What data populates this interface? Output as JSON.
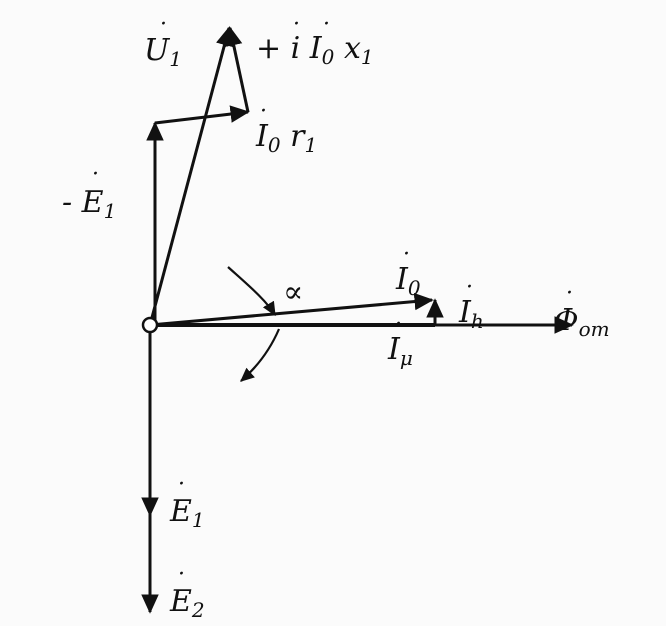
{
  "diagram": {
    "colors": {
      "stroke": "#111111",
      "background": "#fbfbfb"
    },
    "labels": {
      "u1": {
        "symbol": "U",
        "subscript": "1"
      },
      "i0x1": {
        "prefix": "+ i I",
        "subscript": "0",
        "suffix": "x",
        "suffix_subscript": "1"
      },
      "i0r1": {
        "symbol": "I",
        "subscript": "0",
        "suffix": "r",
        "suffix_subscript": "1"
      },
      "minus_e1": {
        "symbol": "- E",
        "subscript": "1"
      },
      "alpha": "∝",
      "i0": {
        "symbol": "I",
        "subscript": "0"
      },
      "ih": {
        "symbol": "I",
        "subscript": "h"
      },
      "phi": {
        "symbol": "Φ",
        "subscript": "om"
      },
      "imu": {
        "symbol": "I",
        "subscript": "μ"
      },
      "e1": {
        "symbol": "E",
        "subscript": "1"
      },
      "e2": {
        "symbol": "E",
        "subscript": "2"
      }
    }
  }
}
